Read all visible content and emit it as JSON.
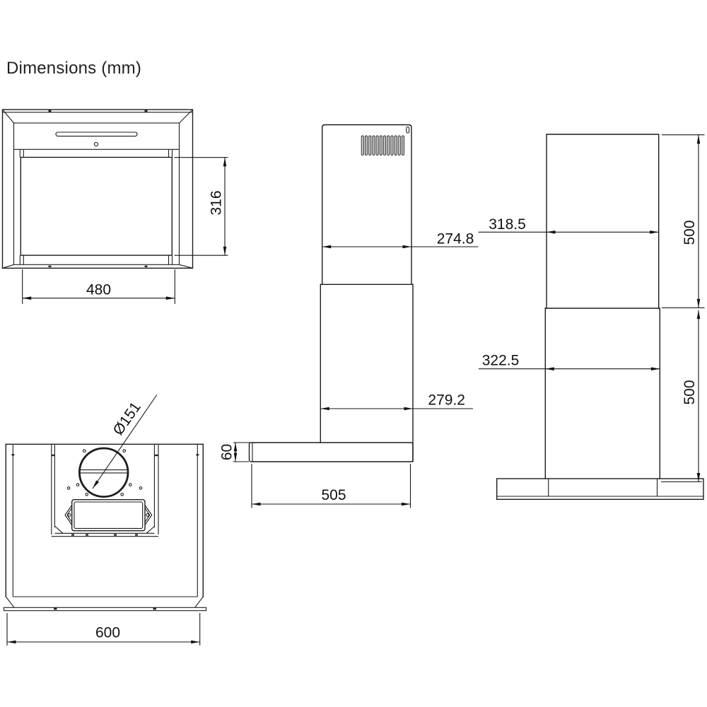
{
  "title": "Dimensions (mm)",
  "drawing": {
    "front_view": {
      "panel_height_mm": "316",
      "panel_width_mm": "480"
    },
    "side_view": {
      "upper_chimney_depth_mm": "274.8",
      "lower_chimney_depth_mm": "279.2",
      "body_height_mm": "60",
      "body_depth_mm": "505"
    },
    "chimney_front_view": {
      "upper_chimney_width_mm": "318.5",
      "lower_chimney_width_mm": "322.5",
      "upper_chimney_height_mm": "500",
      "lower_chimney_height_mm": "500"
    },
    "bottom_view": {
      "outlet_diameter_mm": "Ø151",
      "body_width_mm": "600"
    }
  },
  "colors": {
    "background": "#ffffff",
    "line": "#1c1c1c",
    "text": "#111111",
    "grille_fill": "#c4c4c4"
  }
}
